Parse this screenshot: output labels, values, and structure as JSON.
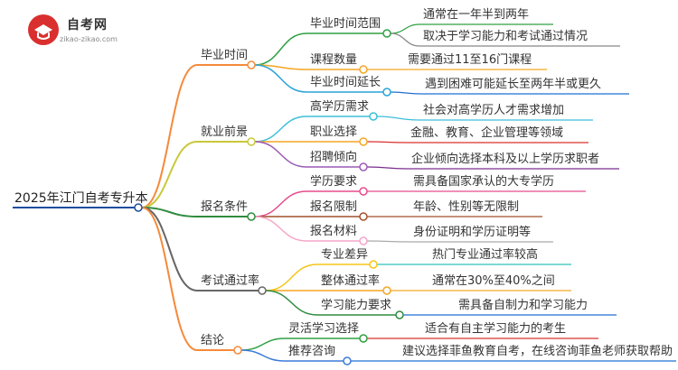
{
  "logo": {
    "title": "自考网",
    "subtitle": "zikao-zikao.com"
  },
  "root": {
    "label": "2025年江门自考专升本"
  },
  "branches": [
    {
      "label": "毕业时间",
      "color": "#f58a3a",
      "children": [
        {
          "label": "毕业时间范围",
          "color": "#2ea043",
          "leaves": [
            {
              "label": "通常在一年半到两年",
              "color": "#2ea043"
            },
            {
              "label": "取决于学习能力和考试通过情况",
              "color": "#888888"
            }
          ]
        },
        {
          "label": "课程数量",
          "color": "#f5a623",
          "leaves": [
            {
              "label": "需要通过11至16门课程",
              "color": "#f5a623"
            }
          ]
        },
        {
          "label": "毕业时间延长",
          "color": "#29a3d9",
          "leaves": [
            {
              "label": "遇到困难可能延长至两年半或更久",
              "color": "#1f6fd1"
            }
          ]
        }
      ]
    },
    {
      "label": "就业前景",
      "color": "#c8c83a",
      "children": [
        {
          "label": "高学历需求",
          "color": "#3bbfd9",
          "leaves": [
            {
              "label": "社会对高学历人才需求增加",
              "color": "#3bbfd9"
            }
          ]
        },
        {
          "label": "职业选择",
          "color": "#f5a623",
          "leaves": [
            {
              "label": "金融、教育、企业管理等领域",
              "color": "#d9302f"
            }
          ]
        },
        {
          "label": "招聘倾向",
          "color": "#9b59b6",
          "leaves": [
            {
              "label": "企业倾向选择本科及以上学历求职者",
              "color": "#7b2d8e"
            }
          ]
        }
      ]
    },
    {
      "label": "报名条件",
      "color": "#2e8b3e",
      "children": [
        {
          "label": "学历要求",
          "color": "#e74c8c",
          "leaves": [
            {
              "label": "需具备国家承认的大专学历",
              "color": "#e74c8c"
            }
          ]
        },
        {
          "label": "报名限制",
          "color": "#a0522d",
          "leaves": [
            {
              "label": "年龄、性别等无限制",
              "color": "#a0522d"
            }
          ]
        },
        {
          "label": "报名材料",
          "color": "#f4a6c8",
          "leaves": [
            {
              "label": "身份证明和学历证明等",
              "color": "#aaaaaa"
            }
          ]
        }
      ]
    },
    {
      "label": "考试通过率",
      "color": "#666666",
      "children": [
        {
          "label": "专业差异",
          "color": "#f5c518",
          "leaves": [
            {
              "label": "热门专业通过率较高",
              "color": "#2ec4b6"
            }
          ]
        },
        {
          "label": "整体通过率",
          "color": "#f5a623",
          "leaves": [
            {
              "label": "通常在30%至40%之间",
              "color": "#f5a623"
            }
          ]
        },
        {
          "label": "学习能力要求",
          "color": "#2e8b3e",
          "leaves": [
            {
              "label": "需具备自制力和学习能力",
              "color": "#1f6fd1"
            }
          ]
        }
      ]
    },
    {
      "label": "结论",
      "color": "#f58a3a",
      "children": [
        {
          "label": "灵活学习选择",
          "color": "#2ea043",
          "leaves": [
            {
              "label": "适合有自主学习能力的考生",
              "color": "#d9302f"
            }
          ]
        },
        {
          "label": "推荐咨询",
          "color": "#3b7bd9",
          "leaves": [
            {
              "label": "建议选择菲鱼教育自考，在线咨询菲鱼老师获取帮助",
              "color": "#1f6fd1"
            }
          ]
        }
      ]
    }
  ]
}
